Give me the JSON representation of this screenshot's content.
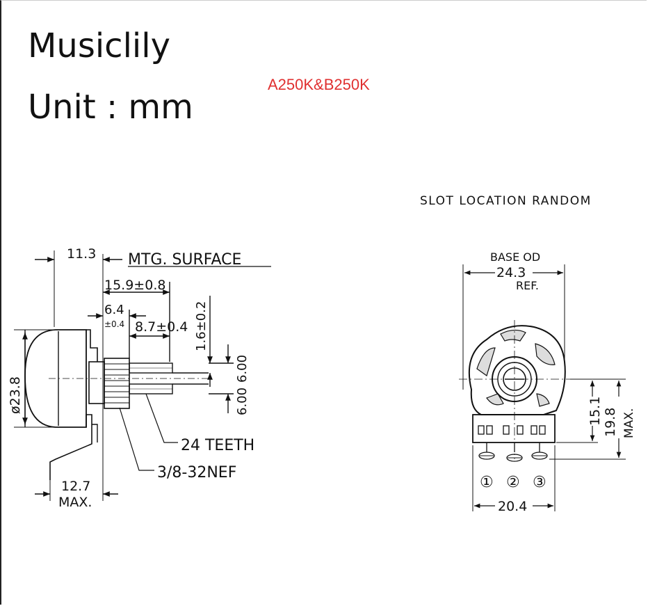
{
  "header": {
    "brand": "Musiclily",
    "unit_label": "Unit : mm",
    "model": "A250K&B250K",
    "model_color": "#e03030"
  },
  "side_view": {
    "dim_11_3": "11.3",
    "mtg_surface": "MTG. SURFACE",
    "dim_15_9": "15.9±0.8",
    "dim_6_4_top": "6.4",
    "dim_6_4_bottom": "±0.4",
    "dim_8_7": "8.7±0.4",
    "dim_1_6": "1.6±0.2",
    "dim_6_00_a": "6.00",
    "dim_6_00_b": "6.00",
    "dim_diameter": "ø23.8",
    "teeth_label": "24 TEETH",
    "thread_label": "3/8-32NEF",
    "dim_12_7_top": "12.7",
    "dim_12_7_bottom": "MAX."
  },
  "front_view": {
    "slot_note": "SLOT LOCATION RANDOM",
    "base_od_label": "BASE OD",
    "dim_24_3": "24.3",
    "ref_label": "REF.",
    "dim_15_1": "15.1",
    "dim_19_8": "19.8",
    "max_label": "MAX.",
    "dim_20_4": "20.4",
    "terminal_1": "①",
    "terminal_2": "②",
    "terminal_3": "③"
  }
}
